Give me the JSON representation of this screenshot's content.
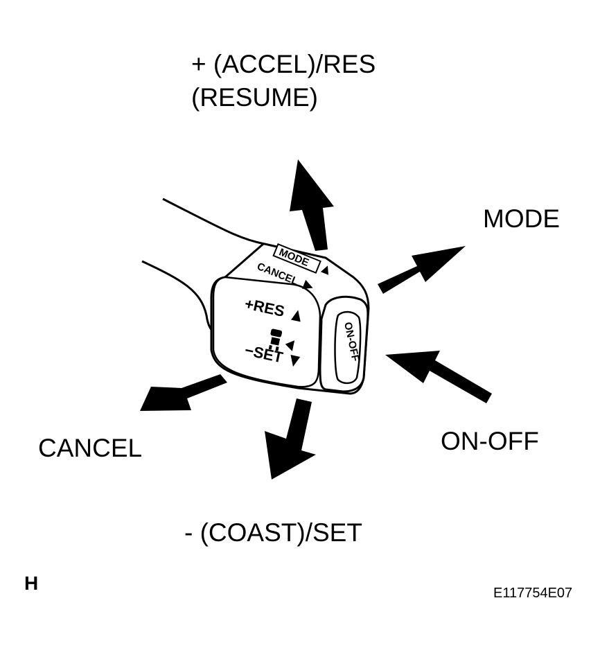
{
  "labels": {
    "accel_res_line1": "+ (ACCEL)/RES",
    "accel_res_line2": "(RESUME)",
    "mode": "MODE",
    "cancel": "CANCEL",
    "on_off": "ON-OFF",
    "coast_set": "- (COAST)/SET",
    "view_letter": "H",
    "figure_id": "E117754E07"
  },
  "switch_face": {
    "mode_marking": "MODE",
    "cancel_marking": "CANCEL",
    "res_marking": "+RES",
    "set_marking": "−SET",
    "on_off_marking": "ON-OFF"
  },
  "icons": {
    "lever_arrows": "arrow",
    "cruise_symbol": "cruise-control-icon"
  },
  "colors": {
    "ink": "#000000",
    "paper": "#ffffff"
  }
}
